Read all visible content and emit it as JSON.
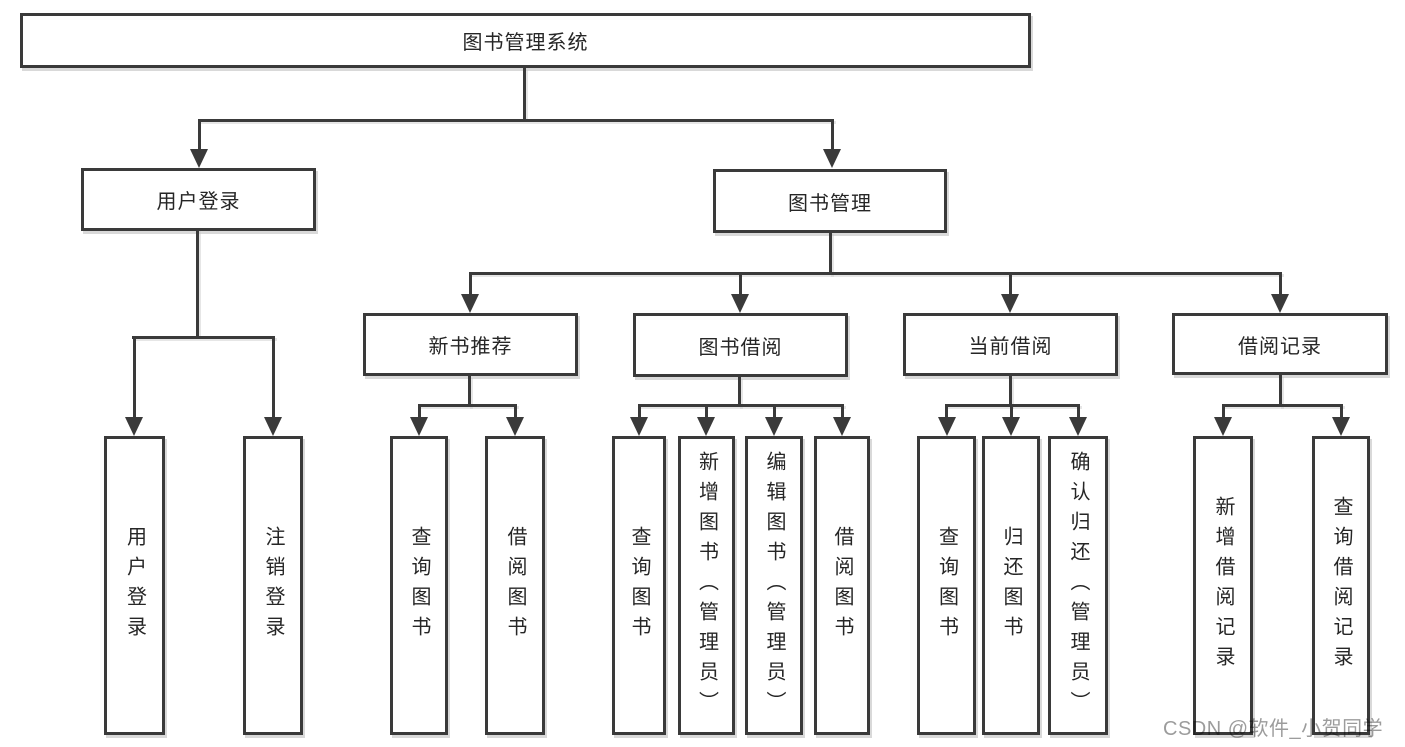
{
  "page": {
    "background": "#ffffff",
    "line_color": "#3a3a3a",
    "watermark": "CSDN @软件_小贺同学",
    "watermark_color": "#9c9c9c"
  },
  "tree": {
    "root": "图书管理系统",
    "children": [
      {
        "label": "用户登录",
        "children": [
          "用户登录",
          "注销登录"
        ]
      },
      {
        "label": "图书管理",
        "children": [
          {
            "label": "新书推荐",
            "children": [
              "查询图书",
              "借阅图书"
            ]
          },
          {
            "label": "图书借阅",
            "children": [
              "查询图书",
              "新增图书（管理员）",
              "编辑图书（管理员）",
              "借阅图书"
            ]
          },
          {
            "label": "当前借阅",
            "children": [
              "查询图书",
              "归还图书",
              "确认归还（管理员）"
            ]
          },
          {
            "label": "借阅记录",
            "children": [
              "新增借阅记录",
              "查询借阅记录"
            ]
          }
        ]
      }
    ]
  }
}
